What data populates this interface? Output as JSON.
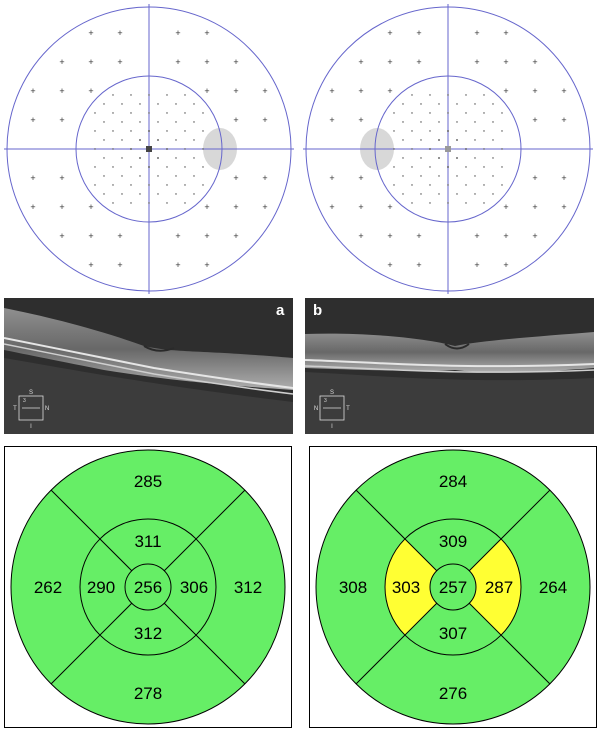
{
  "panels": {
    "a": {
      "letter": "a"
    },
    "b": {
      "letter": "b"
    }
  },
  "orientation": {
    "left_eye_cube": {
      "s": "S",
      "i": "I",
      "t": "T",
      "n": "N",
      "z": "3"
    },
    "right_eye_cube": {
      "s": "S",
      "i": "I",
      "t": "N",
      "n": "T",
      "z": "3"
    }
  },
  "thickness_maps": [
    {
      "center": "256",
      "inner": {
        "top": "311",
        "bottom": "312",
        "left": "290",
        "right": "306"
      },
      "outer": {
        "top": "285",
        "bottom": "278",
        "left": "262",
        "right": "312"
      },
      "inner_left_color": "#66ee66",
      "inner_right_color": "#66ee66"
    },
    {
      "center": "257",
      "inner": {
        "top": "309",
        "bottom": "307",
        "left": "303",
        "right": "287"
      },
      "outer": {
        "top": "284",
        "bottom": "276",
        "left": "308",
        "right": "264"
      },
      "inner_left_color": "#ffff33",
      "inner_right_color": "#ffff33"
    }
  ],
  "colors": {
    "normal": "#66ee66",
    "borderline": "#ffff33",
    "grid": "#6666cc",
    "blindspot": "#d8d8d8"
  }
}
